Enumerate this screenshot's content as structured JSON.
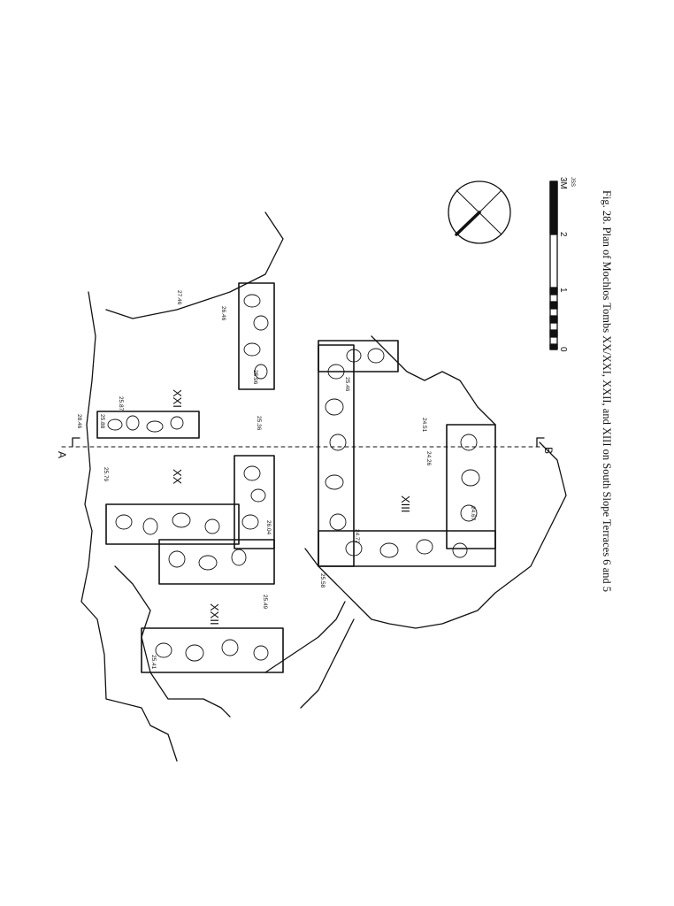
{
  "caption": "Fig. 28.  Plan of Mochlos Tombs XX/XXI, XXII, and XIII on South Slope Terraces 6 and 5",
  "section_markers": {
    "a": "A",
    "b": "B"
  },
  "tombs": {
    "xx": "XX",
    "xxi": "XXI",
    "xxii": "XXII",
    "xiii": "XIII"
  },
  "elevations": {
    "e2846": "28.46",
    "e2579": "25.79",
    "e2587": "25.87",
    "e2588": "25.88",
    "e2536": "25.36",
    "e2596": "25.96",
    "e2646": "26.46",
    "e2746": "27.46",
    "e2604": "26.04",
    "e2549": "25.49",
    "e2541": "25.41",
    "e2558": "25.58",
    "e2472": "24.72",
    "e2467": "24.67",
    "e2426": "24.26",
    "e2451": "24.51",
    "e2546": "25.46"
  },
  "scale": {
    "t0": "0",
    "t1": "1",
    "t2": "2",
    "t3": "3M",
    "initials": "JSS"
  }
}
